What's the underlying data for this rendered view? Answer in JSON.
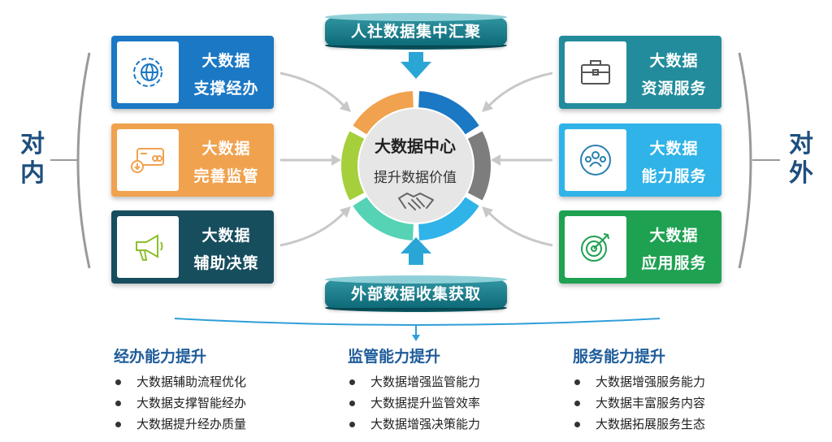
{
  "left_side_label": "对内",
  "right_side_label": "对外",
  "center": {
    "title": "大数据中心",
    "subtitle": "提升数据价值",
    "icon": "handshake-icon"
  },
  "banners": {
    "top": "人社数据集中汇聚",
    "bottom": "外部数据收集获取"
  },
  "left_cards": [
    {
      "line1": "大数据",
      "line2": "支撑经办",
      "color": "#1b78c4",
      "icon": "gear-globe-icon"
    },
    {
      "line1": "大数据",
      "line2": "完善监管",
      "color": "#f0a24e",
      "icon": "card-download-icon"
    },
    {
      "line1": "大数据",
      "line2": "辅助决策",
      "color": "#174e5e",
      "icon": "megaphone-icon"
    }
  ],
  "right_cards": [
    {
      "line1": "大数据",
      "line2": "资源服务",
      "color": "#228c9c",
      "icon": "briefcase-icon"
    },
    {
      "line1": "大数据",
      "line2": "能力服务",
      "color": "#2fb3e8",
      "icon": "team-icon"
    },
    {
      "line1": "大数据",
      "line2": "应用服务",
      "color": "#1fa152",
      "icon": "target-icon"
    }
  ],
  "ring_colors": [
    "#1b78c4",
    "#7d7d7d",
    "#2fb3e8",
    "#55d3b4",
    "#a6cf3c",
    "#f0a24e"
  ],
  "columns": [
    {
      "title": "经办能力提升",
      "items": [
        "大数据辅助流程优化",
        "大数据支撑智能经办",
        "大数据提升经办质量"
      ]
    },
    {
      "title": "监管能力提升",
      "items": [
        "大数据增强监管能力",
        "大数据提升监管效率",
        "大数据增强决策能力"
      ]
    },
    {
      "title": "服务能力提升",
      "items": [
        "大数据增强服务能力",
        "大数据丰富服务内容",
        "大数据拓展服务生态"
      ]
    }
  ]
}
